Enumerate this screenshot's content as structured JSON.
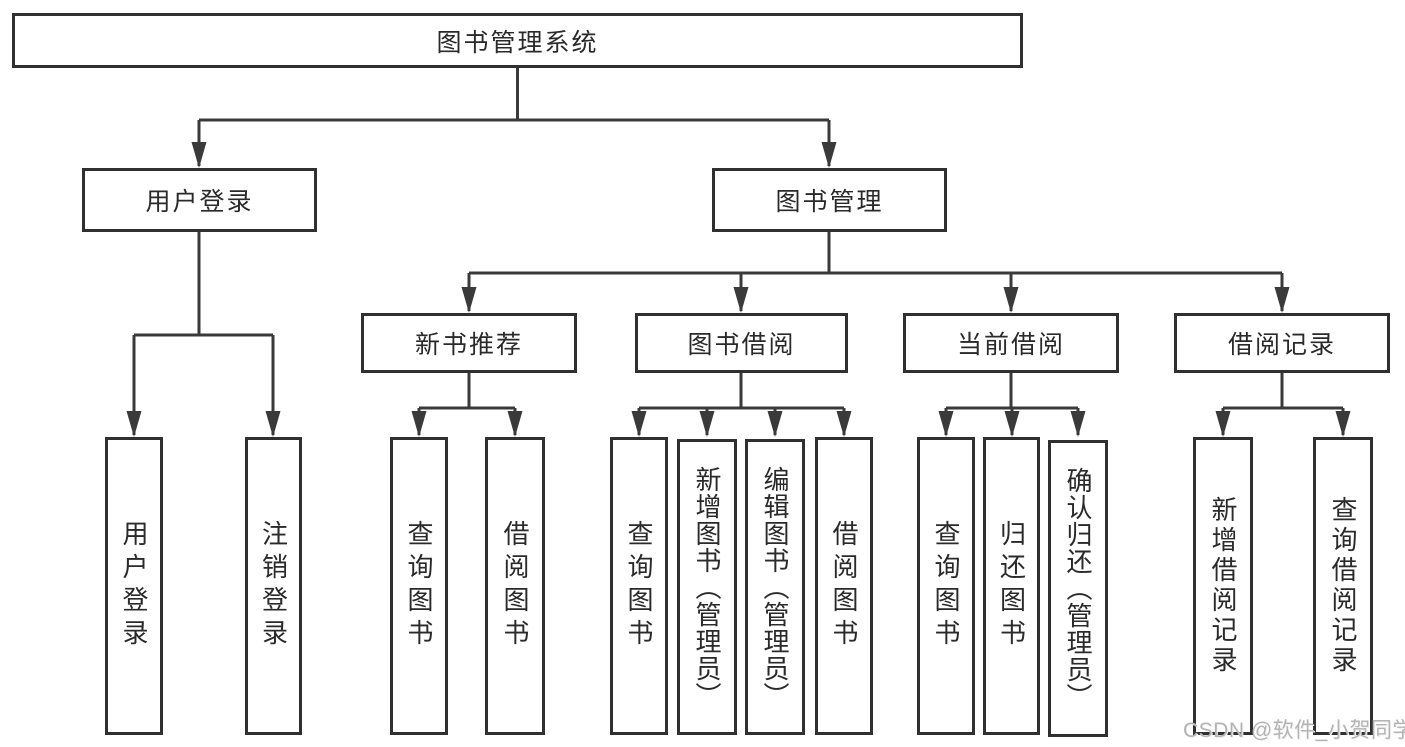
{
  "title": "图书管理系统",
  "nodes": {
    "root": "图书管理系统",
    "user_login": "用户登录",
    "book_management": "图书管理",
    "new_book_recommend": "新书推荐",
    "book_borrowing": "图书借阅",
    "current_borrowing": "当前借阅",
    "borrowing_records": "借阅记录",
    "leaf_user_login": "用户登录",
    "leaf_logout_login": "注销登录",
    "leaf_query_books_recommend": "查询图书",
    "leaf_borrow_books_recommend": "借阅图书",
    "leaf_query_books_borrowing": "查询图书",
    "leaf_add_books_admin": "新增图书（管理员）",
    "leaf_edit_books_admin": "编辑图书（管理员）",
    "leaf_borrow_books_borrowing": "借阅图书",
    "leaf_query_books_current": "查询图书",
    "leaf_return_books": "归还图书",
    "leaf_confirm_return_admin": "确认归还（管理员）",
    "leaf_add_borrow_record": "新增借阅记录",
    "leaf_query_borrow_record": "查询借阅记录"
  },
  "watermark": "CSDN @软件_小贺同学",
  "colors": {
    "line": "#3a3a3a",
    "border": "#303030",
    "text": "#2a2a2a",
    "background": "#ffffff",
    "watermark": "#b4b4b4"
  }
}
